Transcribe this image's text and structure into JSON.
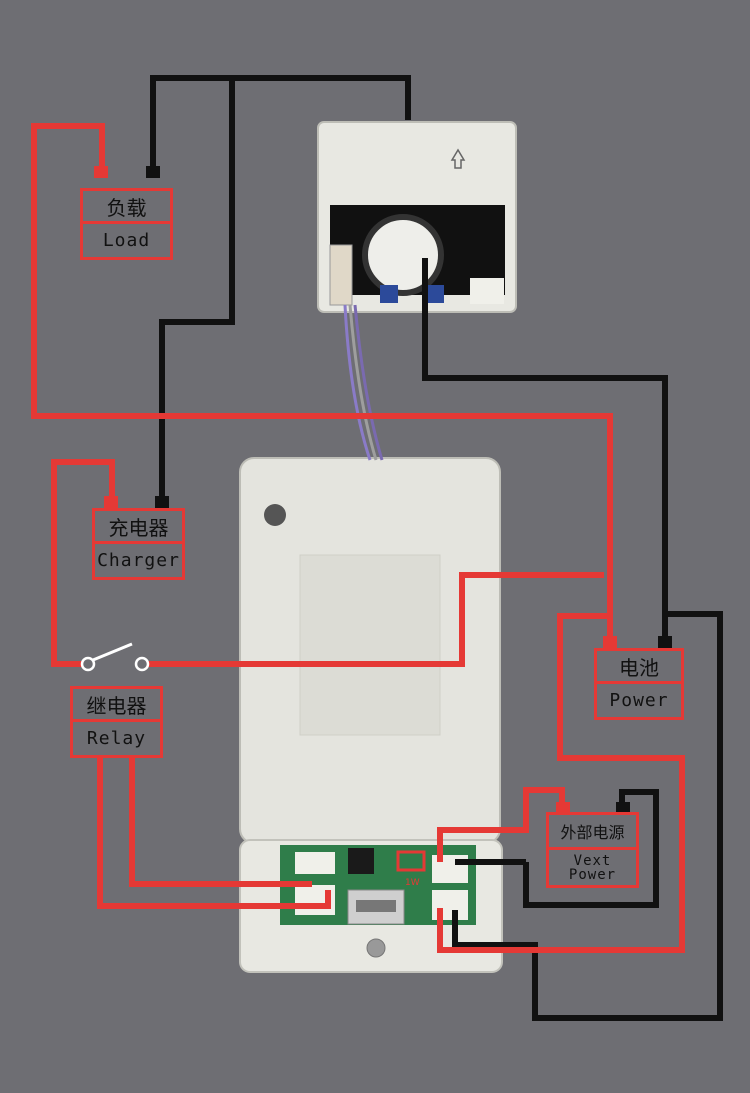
{
  "labels": {
    "load": {
      "cn": "负载",
      "en": "Load"
    },
    "charger": {
      "cn": "充电器",
      "en": "Charger"
    },
    "relay": {
      "cn": "继电器",
      "en": "Relay"
    },
    "battery": {
      "cn": "电池",
      "en": "Power"
    },
    "vext": {
      "cn": "外部电源",
      "en": "Vext Power"
    },
    "pcb_mark": "1W"
  },
  "colors": {
    "background": "#6e6e73",
    "wire_positive": "#e53935",
    "wire_negative": "#111111",
    "module_body": "#e6e6e0",
    "pcb": "#2f7d4a"
  },
  "icons": {
    "arrow": "up-arrow-icon",
    "usb": "usb-port-icon",
    "hole": "mounting-hole-icon"
  }
}
